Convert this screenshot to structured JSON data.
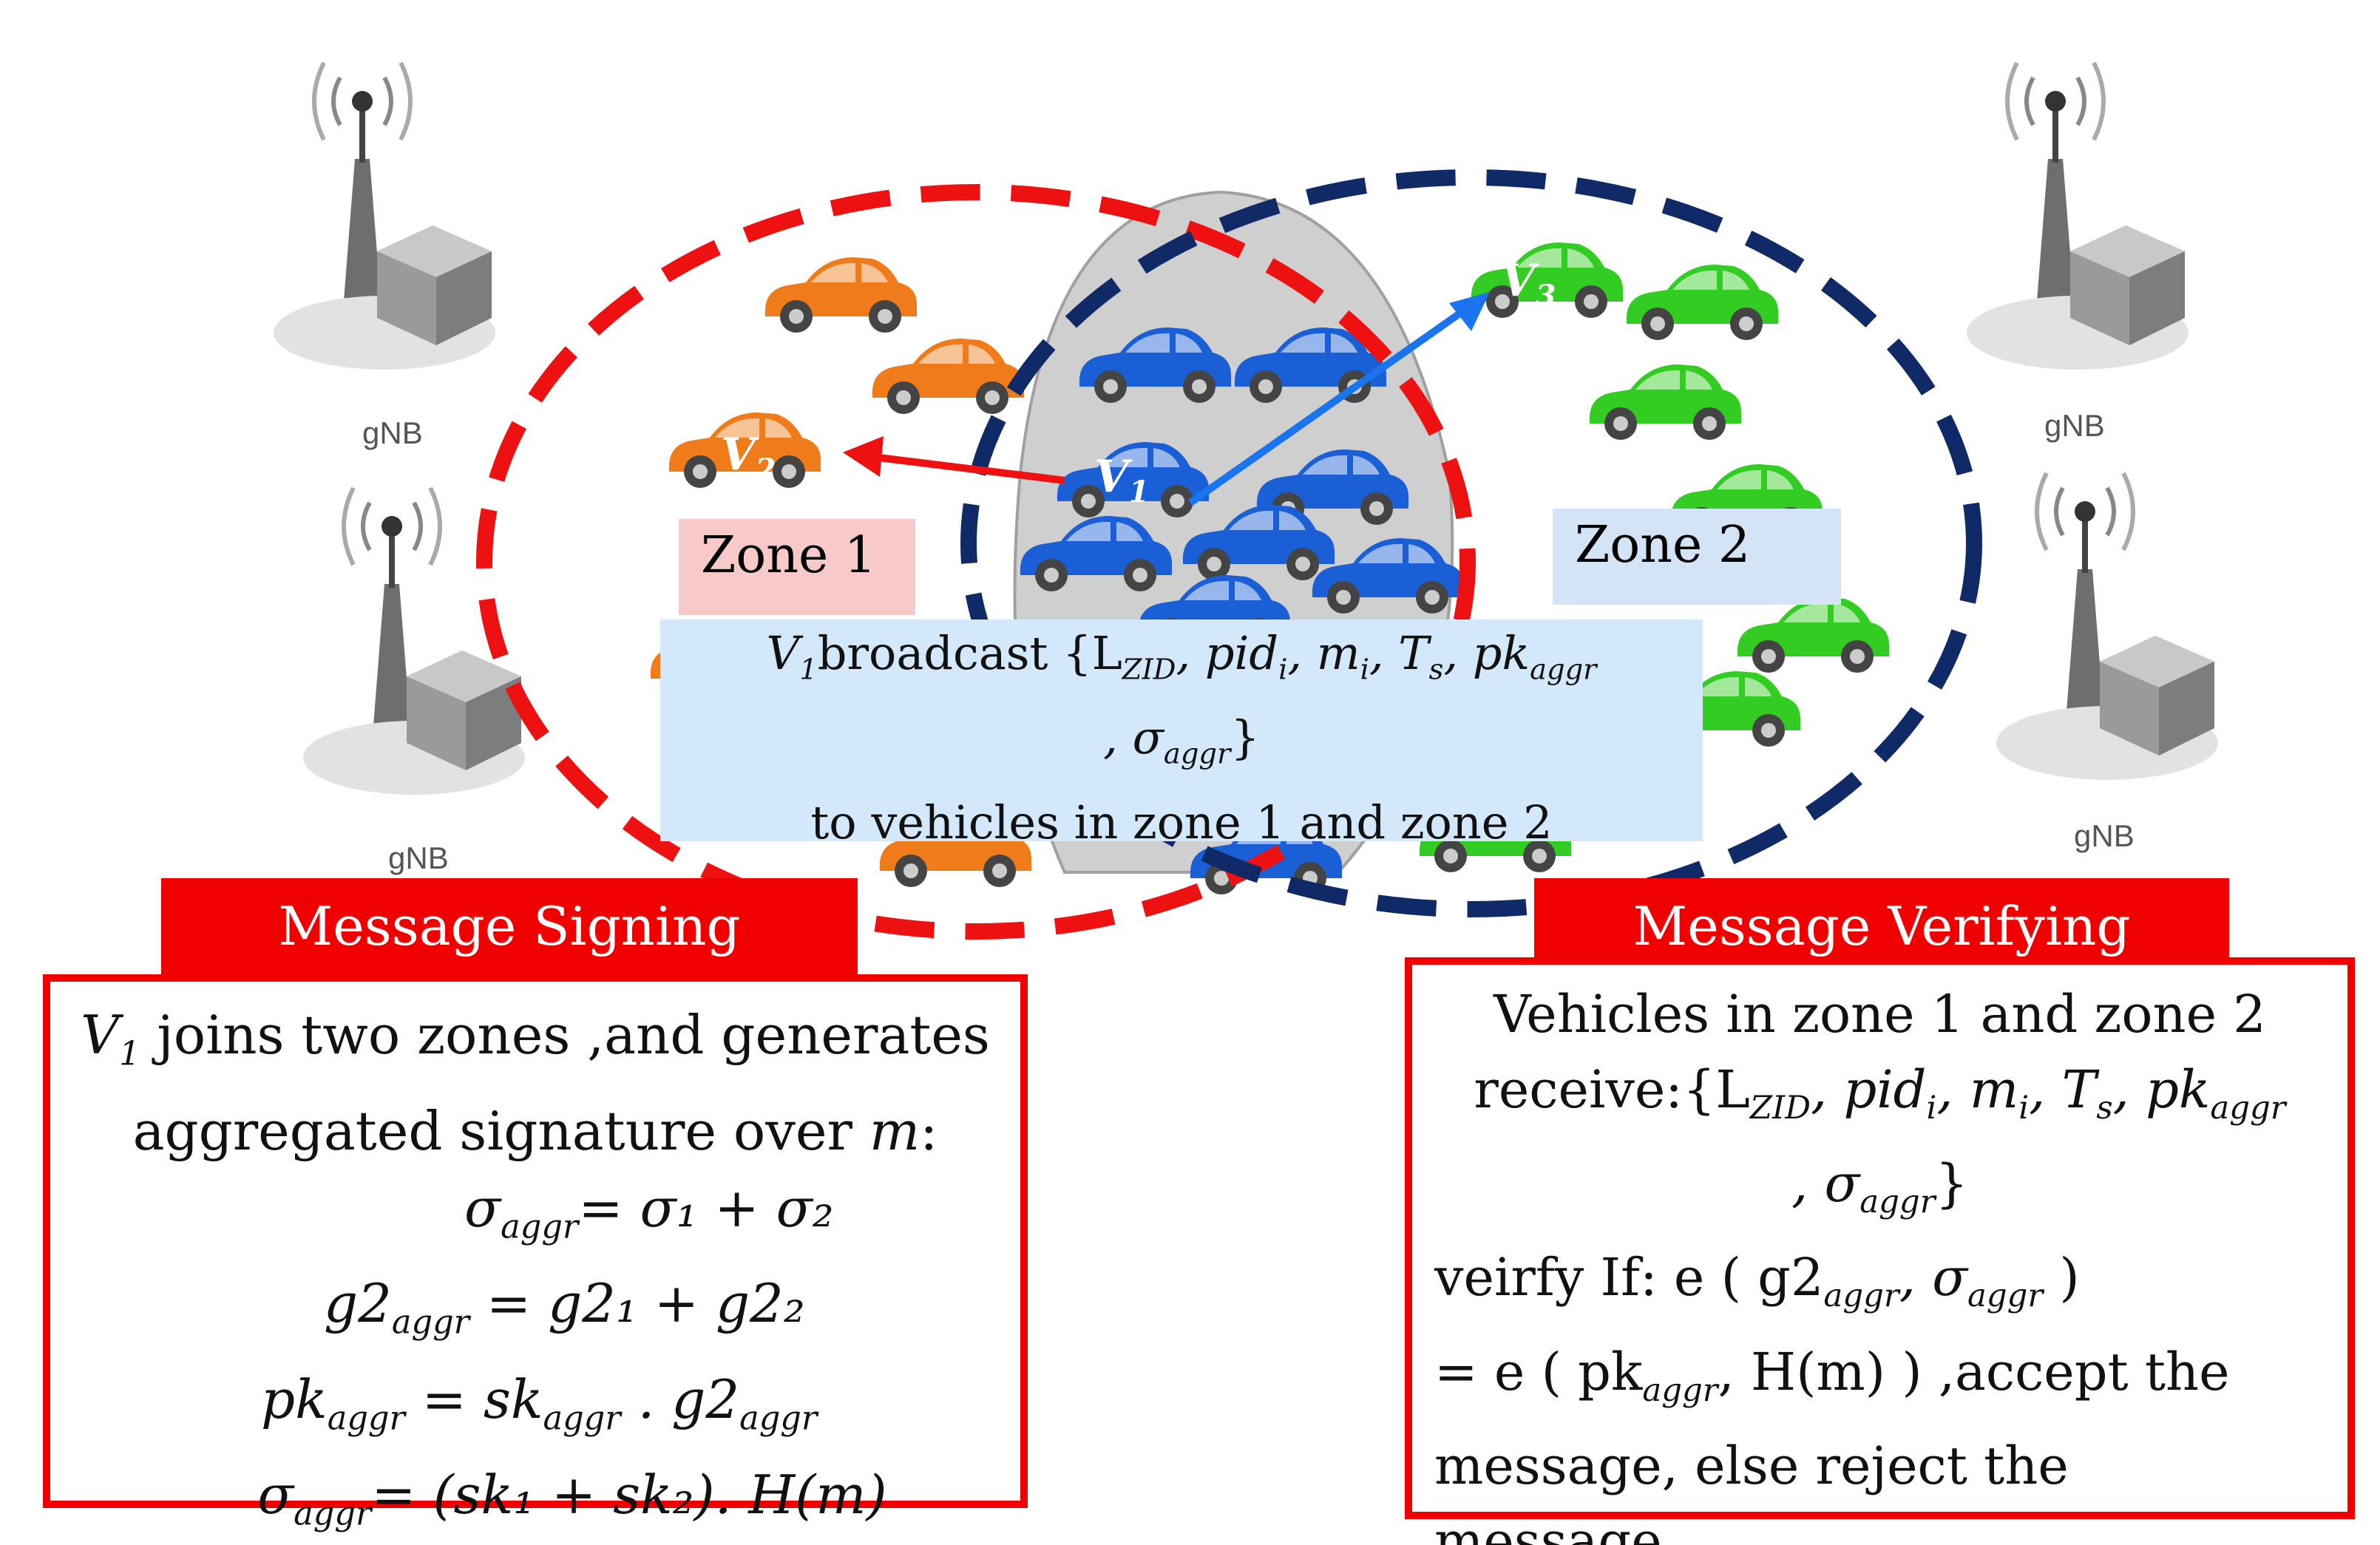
{
  "labels": {
    "gnb": "gNB",
    "v1": "V",
    "v1_sub": "1",
    "v2": "V",
    "v2_sub": "2",
    "v3": "V",
    "v3_sub": "3",
    "zone1": "Zone 1",
    "zone2": "Zone 2"
  },
  "broadcast": {
    "line1_prefix": "V",
    "line1_prefix_sub": "1",
    "line1_text": "broadcast {L",
    "zid": "ZID",
    "pid": ", pid",
    "pid_sub": "i",
    "m": ", m",
    "m_sub": "i",
    "ts": ", T",
    "ts_sub": "s",
    "pk": ", pk",
    "pk_sub": "aggr",
    "line2": ",  σ",
    "line2_sub": "aggr",
    "line2_end": "}",
    "line3": "to vehicles in zone 1 and zone 2"
  },
  "signing": {
    "title": "Message Signing",
    "l1_v": "V",
    "l1_v_sub": "1",
    "l1_text": " joins two zones ,and generates",
    "l2": "aggregated signature over ",
    "l2_m": "m",
    "l2_colon": ":",
    "eq1": "σ",
    "eq1_sub": "aggr",
    "eq1_rest": "= σ₁ + σ₂",
    "eq2": "g2",
    "eq2_sub": "aggr",
    "eq2_rest": " =  g2₁ +  g2₂",
    "eq3": "pk",
    "eq3_sub": "aggr",
    "eq3_rest": " = sk",
    "eq3_sub2": "aggr",
    "eq3_tail": " . g2",
    "eq3_sub3": "aggr",
    "eq4": "σ",
    "eq4_sub": "aggr",
    "eq4_rest": "= (sk₁ + sk₂). H(m)"
  },
  "verifying": {
    "title": "Message Verifying",
    "l1": "Vehicles in zone 1 and zone 2",
    "l2_prefix": "receive:{L",
    "l2_zid": "ZID",
    "l2_rest": ", pid",
    "l2_i": "i",
    "l2_m": ", m",
    "l2_mi": "i",
    "l2_t": ", T",
    "l2_ts": "s",
    "l2_pk": ", pk",
    "l2_aggr": "aggr",
    "l3": ",   σ",
    "l3_sub": "aggr",
    "l3_end": "}",
    "l4_prefix": "veirfy If: e ( g2",
    "l4_sub": "aggr",
    "l4_mid": ", σ",
    "l4_sub2": "aggr",
    "l4_end": " )",
    "l5_prefix": "= e ( pk",
    "l5_sub": "aggr",
    "l5_end": ", H(m) ) ,accept the",
    "l6": "message, else reject the message."
  }
}
